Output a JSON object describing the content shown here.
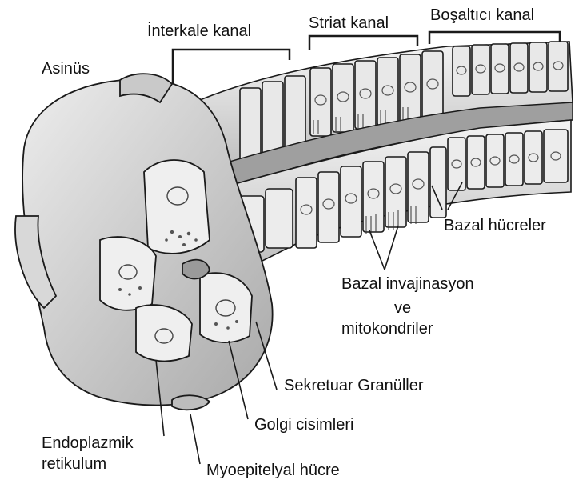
{
  "labels": {
    "asinus": "Asinüs",
    "interkale": "İnterkale kanal",
    "striat": "Striat kanal",
    "bosaltici": "Boşaltıcı kanal",
    "bazal_hucreler": "Bazal hücreler",
    "bazal_invajinasyon": "Bazal invajinasyon",
    "ve": "ve",
    "mitokondriler": "mitokondriler",
    "sekretuar": "Sekretuar Granüller",
    "golgi": "Golgi cisimleri",
    "endoplazmik_1": "Endoplazmik",
    "endoplazmik_2": "retikulum",
    "myoepitelyal": "Myoepitelyal hücre"
  },
  "colors": {
    "ink": "#1a1a1a",
    "cell_fill": "#e6e6e6",
    "cell_fill_dark": "#cfcfcf",
    "membrane": "#bcbcbc",
    "background": "#ffffff"
  }
}
